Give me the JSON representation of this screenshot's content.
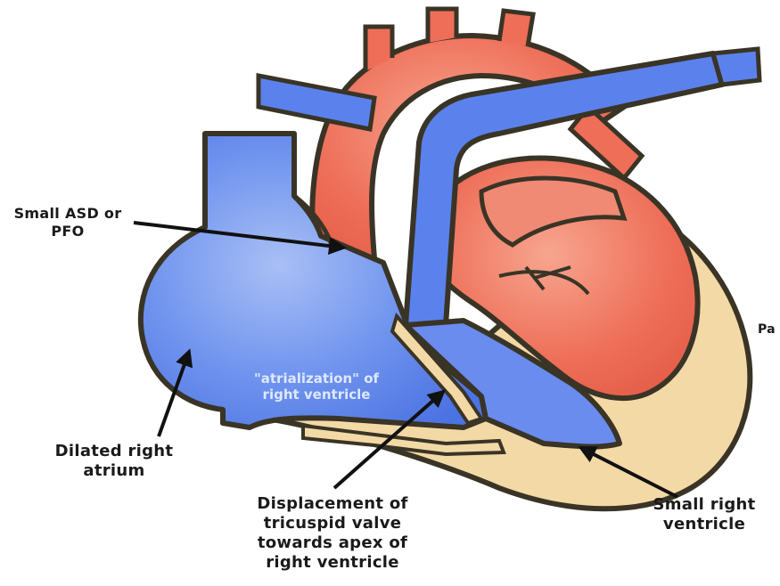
{
  "labels": {
    "small_asd": "Small ASD or\nPFO",
    "dilated_atrium": "Dilated right\natrium",
    "displacement": "Displacement of\ntricuspid valve\ntowards apex of\nright ventricle",
    "small_rv": "Small right\nventricle",
    "atrialization": "\"atrialization\" of\nright ventricle",
    "edge_fragment": "Pa"
  },
  "colors": {
    "deoxygenated": "#5b82ec",
    "oxygenated": "#ef6a55",
    "myocardium": "#f3d9a6",
    "outline": "#3a3426",
    "arrow": "#111111"
  }
}
